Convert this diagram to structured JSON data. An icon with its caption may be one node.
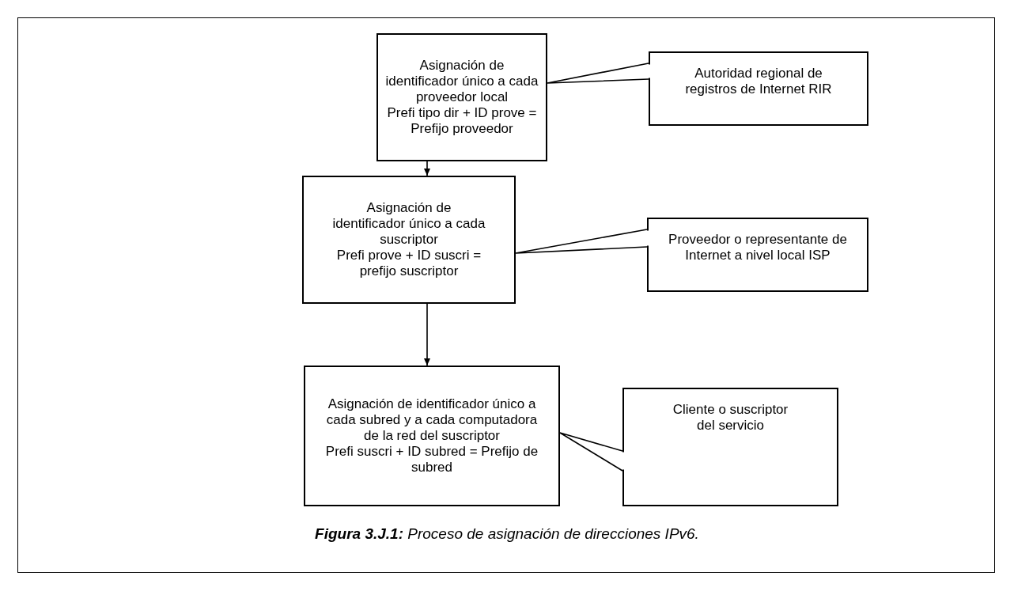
{
  "diagram": {
    "caption": "**Figura 3.J.1:** Proceso de asignación de direcciones IPv6.",
    "nodes": [
      {
        "text": [
          "Asignación de identificador único a cada proveedor local",
          "Prefi tipo dir + ID prove = Prefijo proveedor"
        ]
      },
      {
        "text": [
          "Autoridad regional de registros de Internet RIR"
        ]
      },
      {
        "text": [
          "Asignación de identificador único a cada suscriptor",
          "Prefi prove + ID suscri = prefijo suscriptor"
        ]
      },
      {
        "text": [
          "Proveedor o representante de Internet a nivel local ISP"
        ]
      },
      {
        "text": [
          "Asignación de identificador único a cada subred y a cada computadora de la red del suscriptor",
          "Prefi suscri + ID subred = Prefijo de subred"
        ]
      },
      {
        "text": [
          "Cliente o suscriptor del servicio"
        ]
      }
    ],
    "edges": [
      {
        "from": 0,
        "to": 2,
        "arrow": "to"
      },
      {
        "from": 2,
        "to": 4,
        "arrow": "to"
      },
      {
        "from": 1,
        "to": 0,
        "arrow": "none"
      },
      {
        "from": 3,
        "to": 2,
        "arrow": "none"
      },
      {
        "from": 5,
        "to": 4,
        "arrow": "none"
      }
    ]
  }
}
